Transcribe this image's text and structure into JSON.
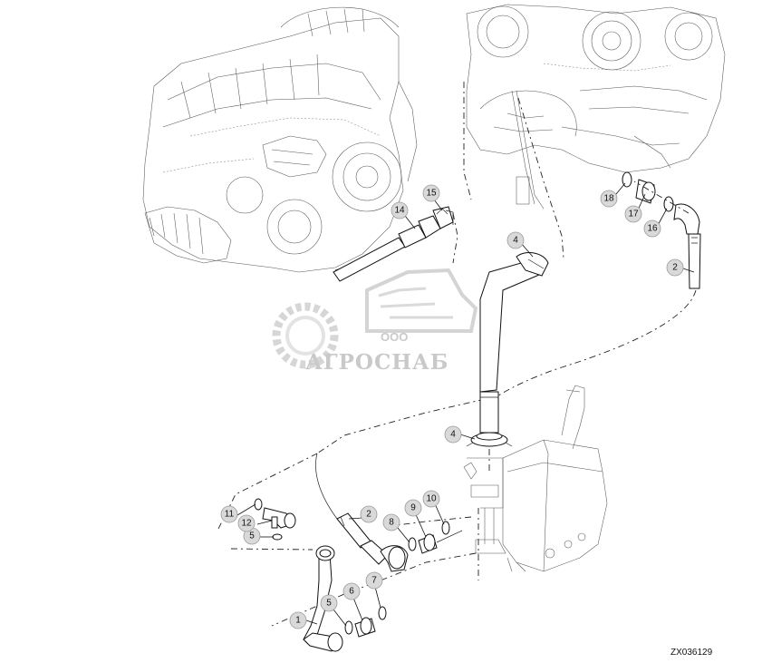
{
  "figure_id": "ZX036129",
  "watermark": {
    "company_prefix": "ООО",
    "company_name": "АГРОСНАБ"
  },
  "callouts": [
    {
      "id": "c1",
      "label": "1"
    },
    {
      "id": "c2a",
      "label": "2"
    },
    {
      "id": "c2b",
      "label": "2"
    },
    {
      "id": "c4a",
      "label": "4"
    },
    {
      "id": "c4b",
      "label": "4"
    },
    {
      "id": "c5a",
      "label": "5"
    },
    {
      "id": "c5b",
      "label": "5"
    },
    {
      "id": "c6",
      "label": "6"
    },
    {
      "id": "c7",
      "label": "7"
    },
    {
      "id": "c8",
      "label": "8"
    },
    {
      "id": "c9",
      "label": "9"
    },
    {
      "id": "c10",
      "label": "10"
    },
    {
      "id": "c11",
      "label": "11"
    },
    {
      "id": "c12",
      "label": "12"
    },
    {
      "id": "c14",
      "label": "14"
    },
    {
      "id": "c15",
      "label": "15"
    },
    {
      "id": "c16",
      "label": "16"
    },
    {
      "id": "c17",
      "label": "17"
    },
    {
      "id": "c18",
      "label": "18"
    }
  ]
}
